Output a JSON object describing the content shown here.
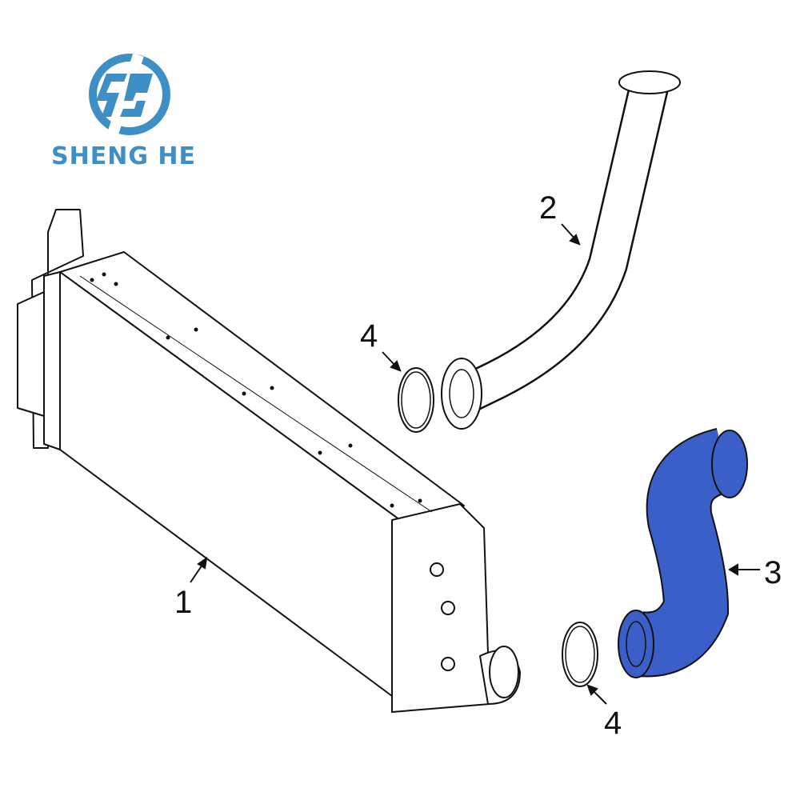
{
  "logo": {
    "text": "SHENG HE",
    "color": "#3d8fc6"
  },
  "callouts": {
    "intercooler": "1",
    "upper_pipe": "2",
    "lower_hose": "3",
    "oring_upper": "4",
    "oring_lower": "4"
  },
  "colors": {
    "highlight_hose": "#3a5fc8",
    "line": "#111111"
  }
}
